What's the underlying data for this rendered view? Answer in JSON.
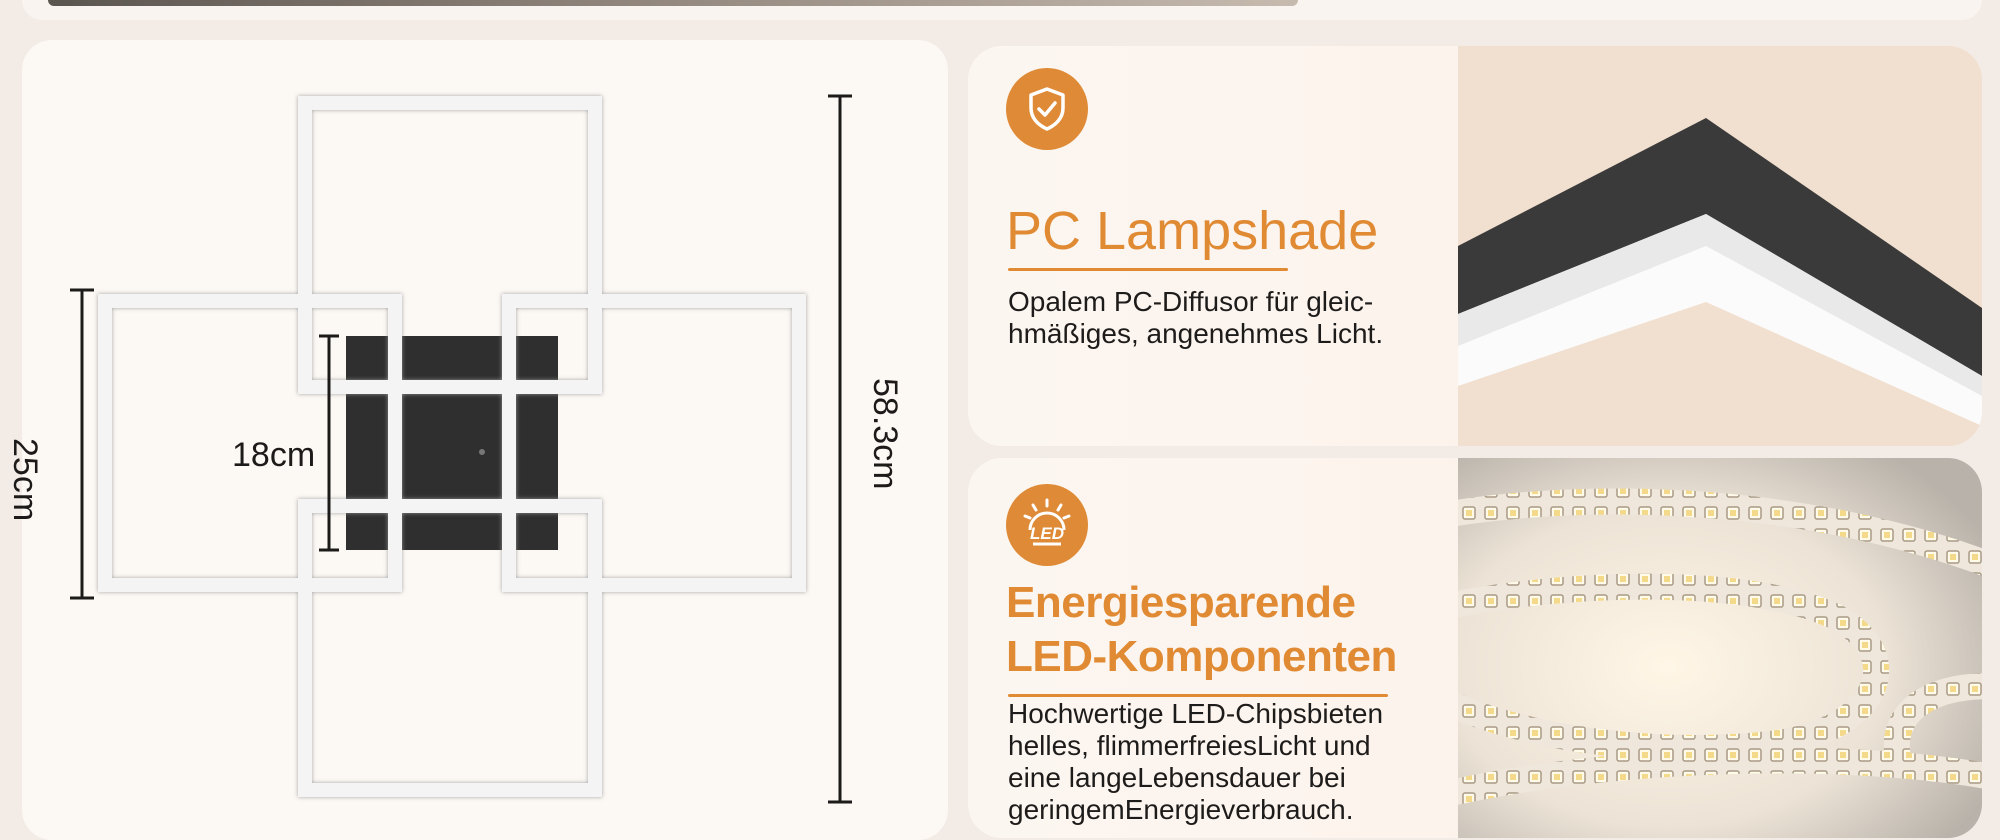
{
  "dimensions": {
    "height_side": "25cm",
    "height_total": "58.3cm",
    "base_size": "18cm"
  },
  "features": [
    {
      "icon": "shield-check-icon",
      "title": "PC Lampshade",
      "text": "Opalem PC-Diffusor für gleic-\nhmäßiges, angenehmes Licht."
    },
    {
      "icon": "led-bulb-icon",
      "icon_text": "LED",
      "title": "Energiesparende\nLED-Komponenten",
      "text": "Hochwertige LED-Chipsbieten\nhelles, flimmerfreiesLicht und\neine langeLebensdauer bei\ngeringemEnergieverbrauch."
    }
  ],
  "colors": {
    "accent": "#e08a34",
    "badge": "#df8a36",
    "panel": "#fcf8f4",
    "frame": "#f4f4f4",
    "base": "#2f2f2f"
  }
}
